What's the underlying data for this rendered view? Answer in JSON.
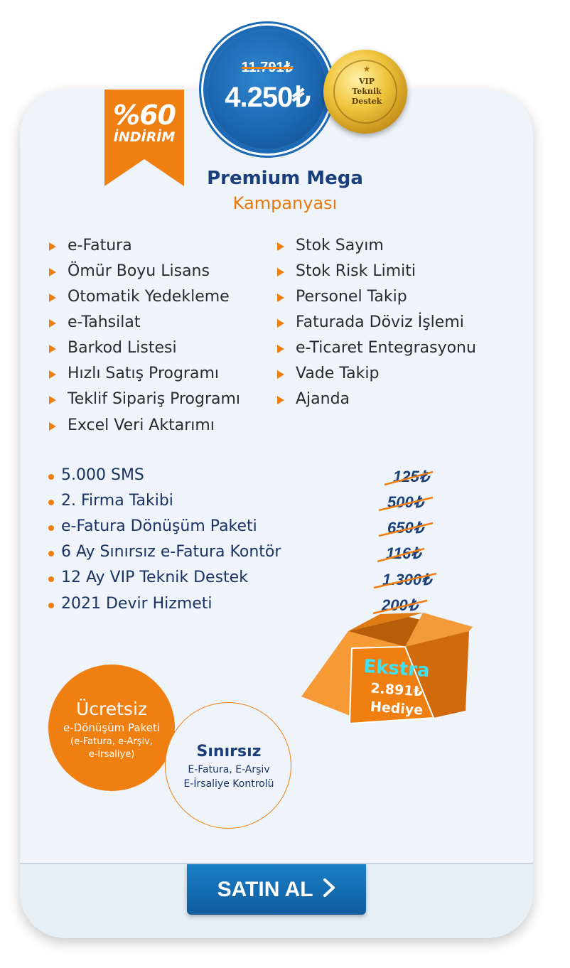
{
  "badge": {
    "percent": "%60",
    "label": "İNDİRİM"
  },
  "price": {
    "old": "11.791₺",
    "new": "4.250₺"
  },
  "medal": {
    "line1": "VIP",
    "line2": "Teknik",
    "line3": "Destek"
  },
  "title": "Premium Mega",
  "subtitle": "Kampanyası",
  "features_left": [
    "e-Fatura",
    "Ömür Boyu Lisans",
    "Otomatik Yedekleme",
    "e-Tahsilat",
    "Barkod Listesi",
    "Hızlı Satış Programı",
    "Teklif Sipariş Programı",
    "Excel Veri Aktarımı"
  ],
  "features_right": [
    "Stok Sayım",
    "Stok Risk Limiti",
    "Personel Takip",
    "Faturada Döviz İşlemi",
    "e-Ticaret Entegrasyonu",
    "Vade Takip",
    "Ajanda"
  ],
  "extras": [
    {
      "label": "5.000 SMS",
      "price": "125₺"
    },
    {
      "label": "2. Firma Takibi",
      "price": "500₺"
    },
    {
      "label": "e-Fatura Dönüşüm Paketi",
      "price": "650₺"
    },
    {
      "label": "6 Ay Sınırsız e-Fatura Kontör",
      "price": "116₺"
    },
    {
      "label": "12 Ay VIP Teknik Destek",
      "price": "1.300₺"
    },
    {
      "label": "2021 Devir Hizmeti",
      "price": "200₺"
    }
  ],
  "gift_box": {
    "line1": "Ekstra",
    "line2": "2.891₺",
    "line3": "Hediye"
  },
  "circle_free": {
    "title": "Ücretsiz",
    "line1": "e-Dönüşüm Paketi",
    "line2": "(e-Fatura, e-Arşiv,",
    "line3": "e-İrsaliye)"
  },
  "circle_unlimited": {
    "title": "Sınırsız",
    "line1": "E-Fatura, E-Arşiv",
    "line2": "E-İrsaliye Kontrolü"
  },
  "buy_button": {
    "label": "SATIN AL"
  },
  "colors": {
    "orange": "#f07f12",
    "blue": "#1b3f7a",
    "button": "#1570b8",
    "cyan": "#3fe0f0"
  }
}
